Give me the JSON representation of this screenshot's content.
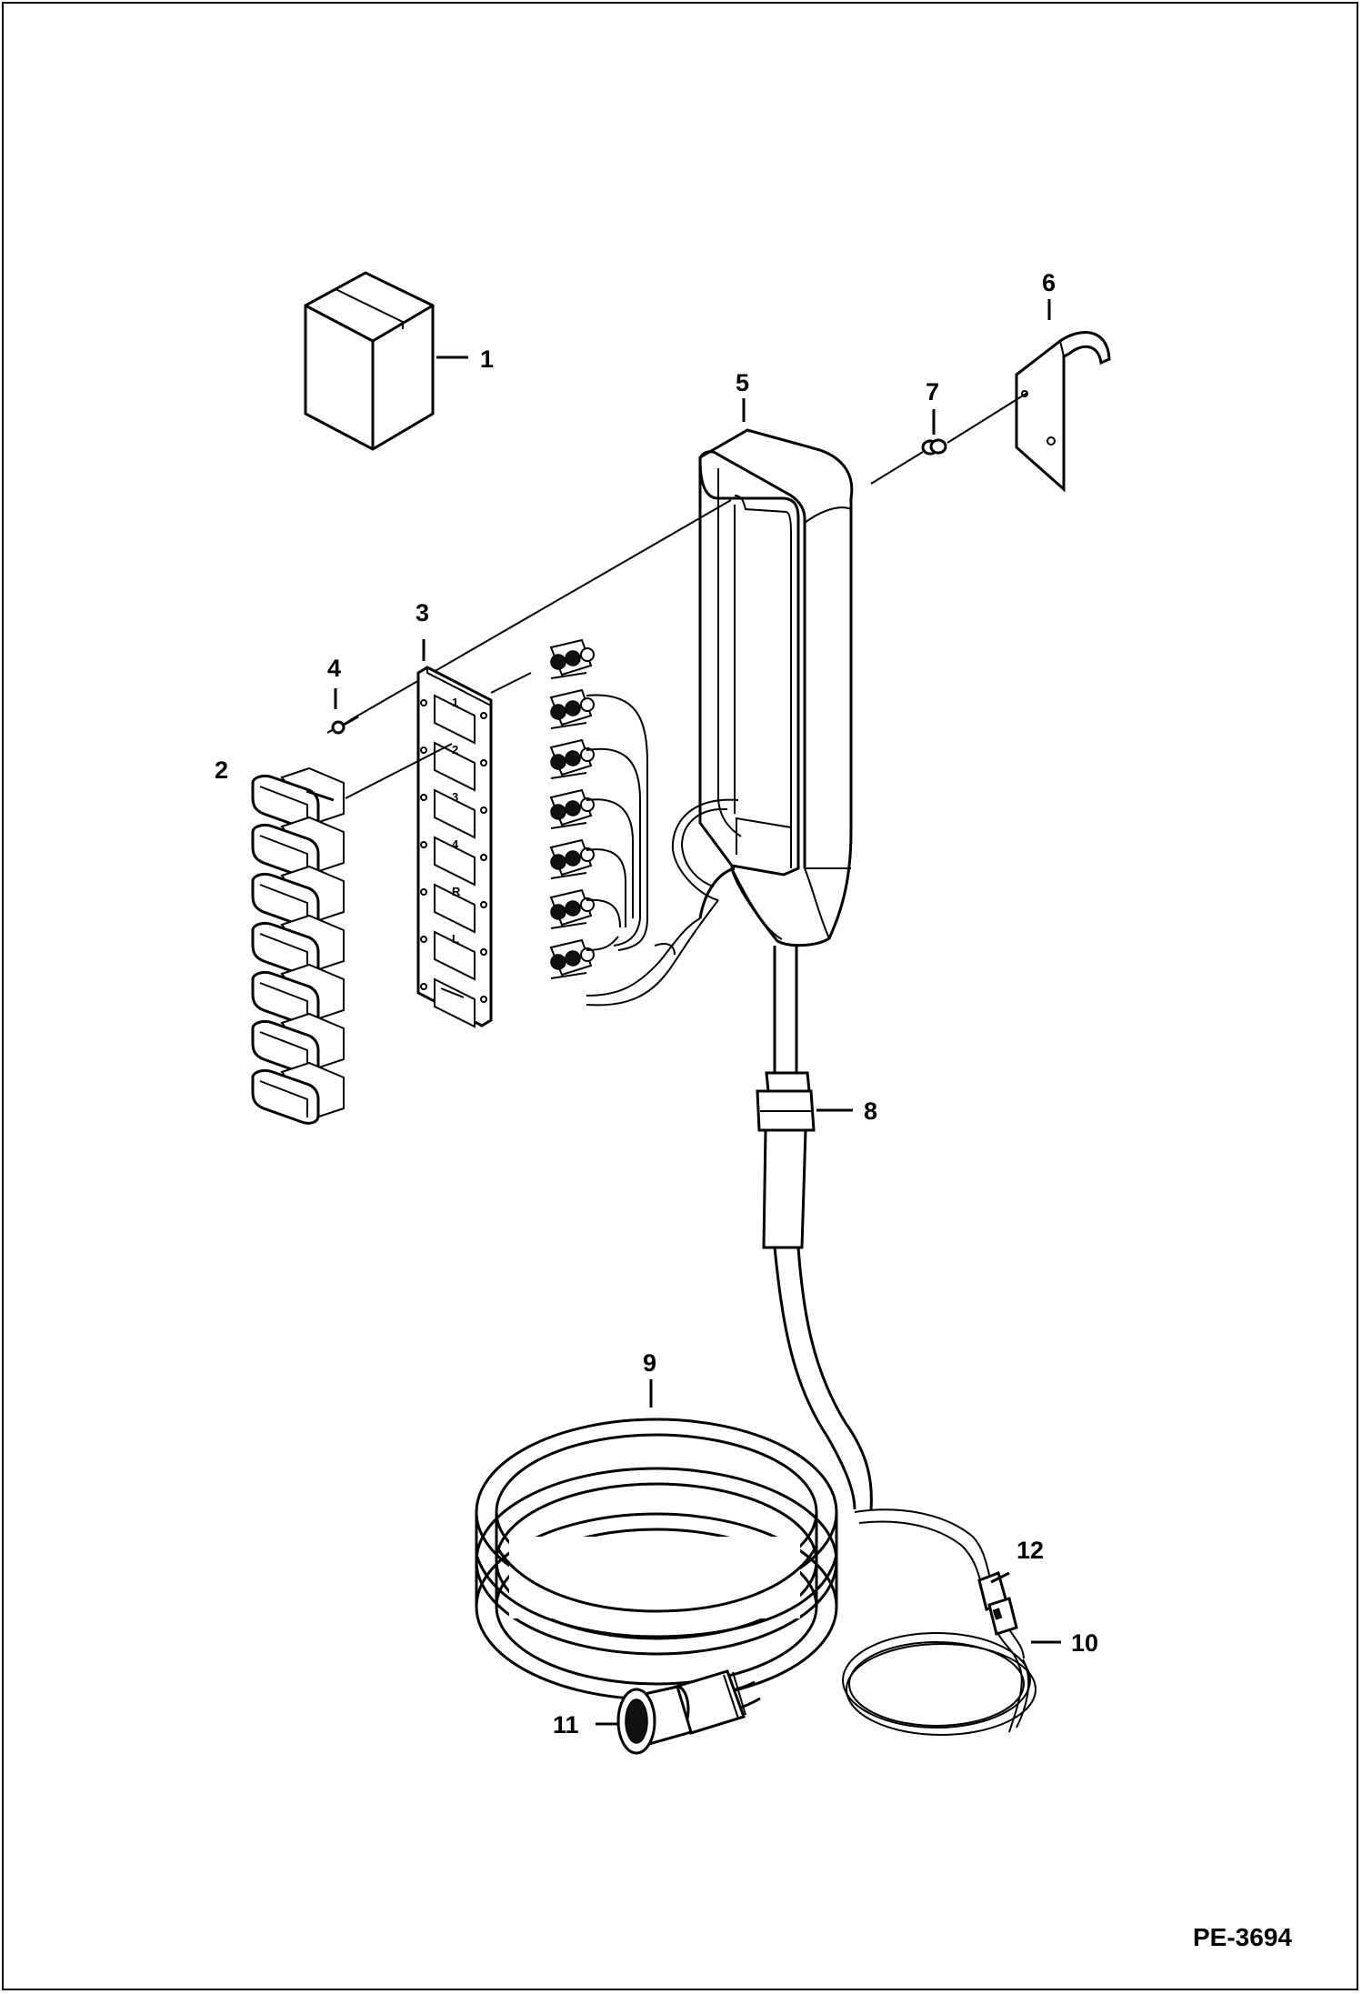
{
  "diagram": {
    "part_number": "PE-3694",
    "callouts": [
      {
        "id": "1",
        "label": "1"
      },
      {
        "id": "2",
        "label": "2"
      },
      {
        "id": "3",
        "label": "3"
      },
      {
        "id": "4",
        "label": "4"
      },
      {
        "id": "5",
        "label": "5"
      },
      {
        "id": "6",
        "label": "6"
      },
      {
        "id": "7",
        "label": "7"
      },
      {
        "id": "8",
        "label": "8"
      },
      {
        "id": "9",
        "label": "9"
      },
      {
        "id": "10",
        "label": "10"
      },
      {
        "id": "11",
        "label": "11"
      },
      {
        "id": "12",
        "label": "12"
      }
    ],
    "panel_labels": [
      "1",
      "2",
      "3",
      "4",
      "R",
      "L"
    ]
  }
}
